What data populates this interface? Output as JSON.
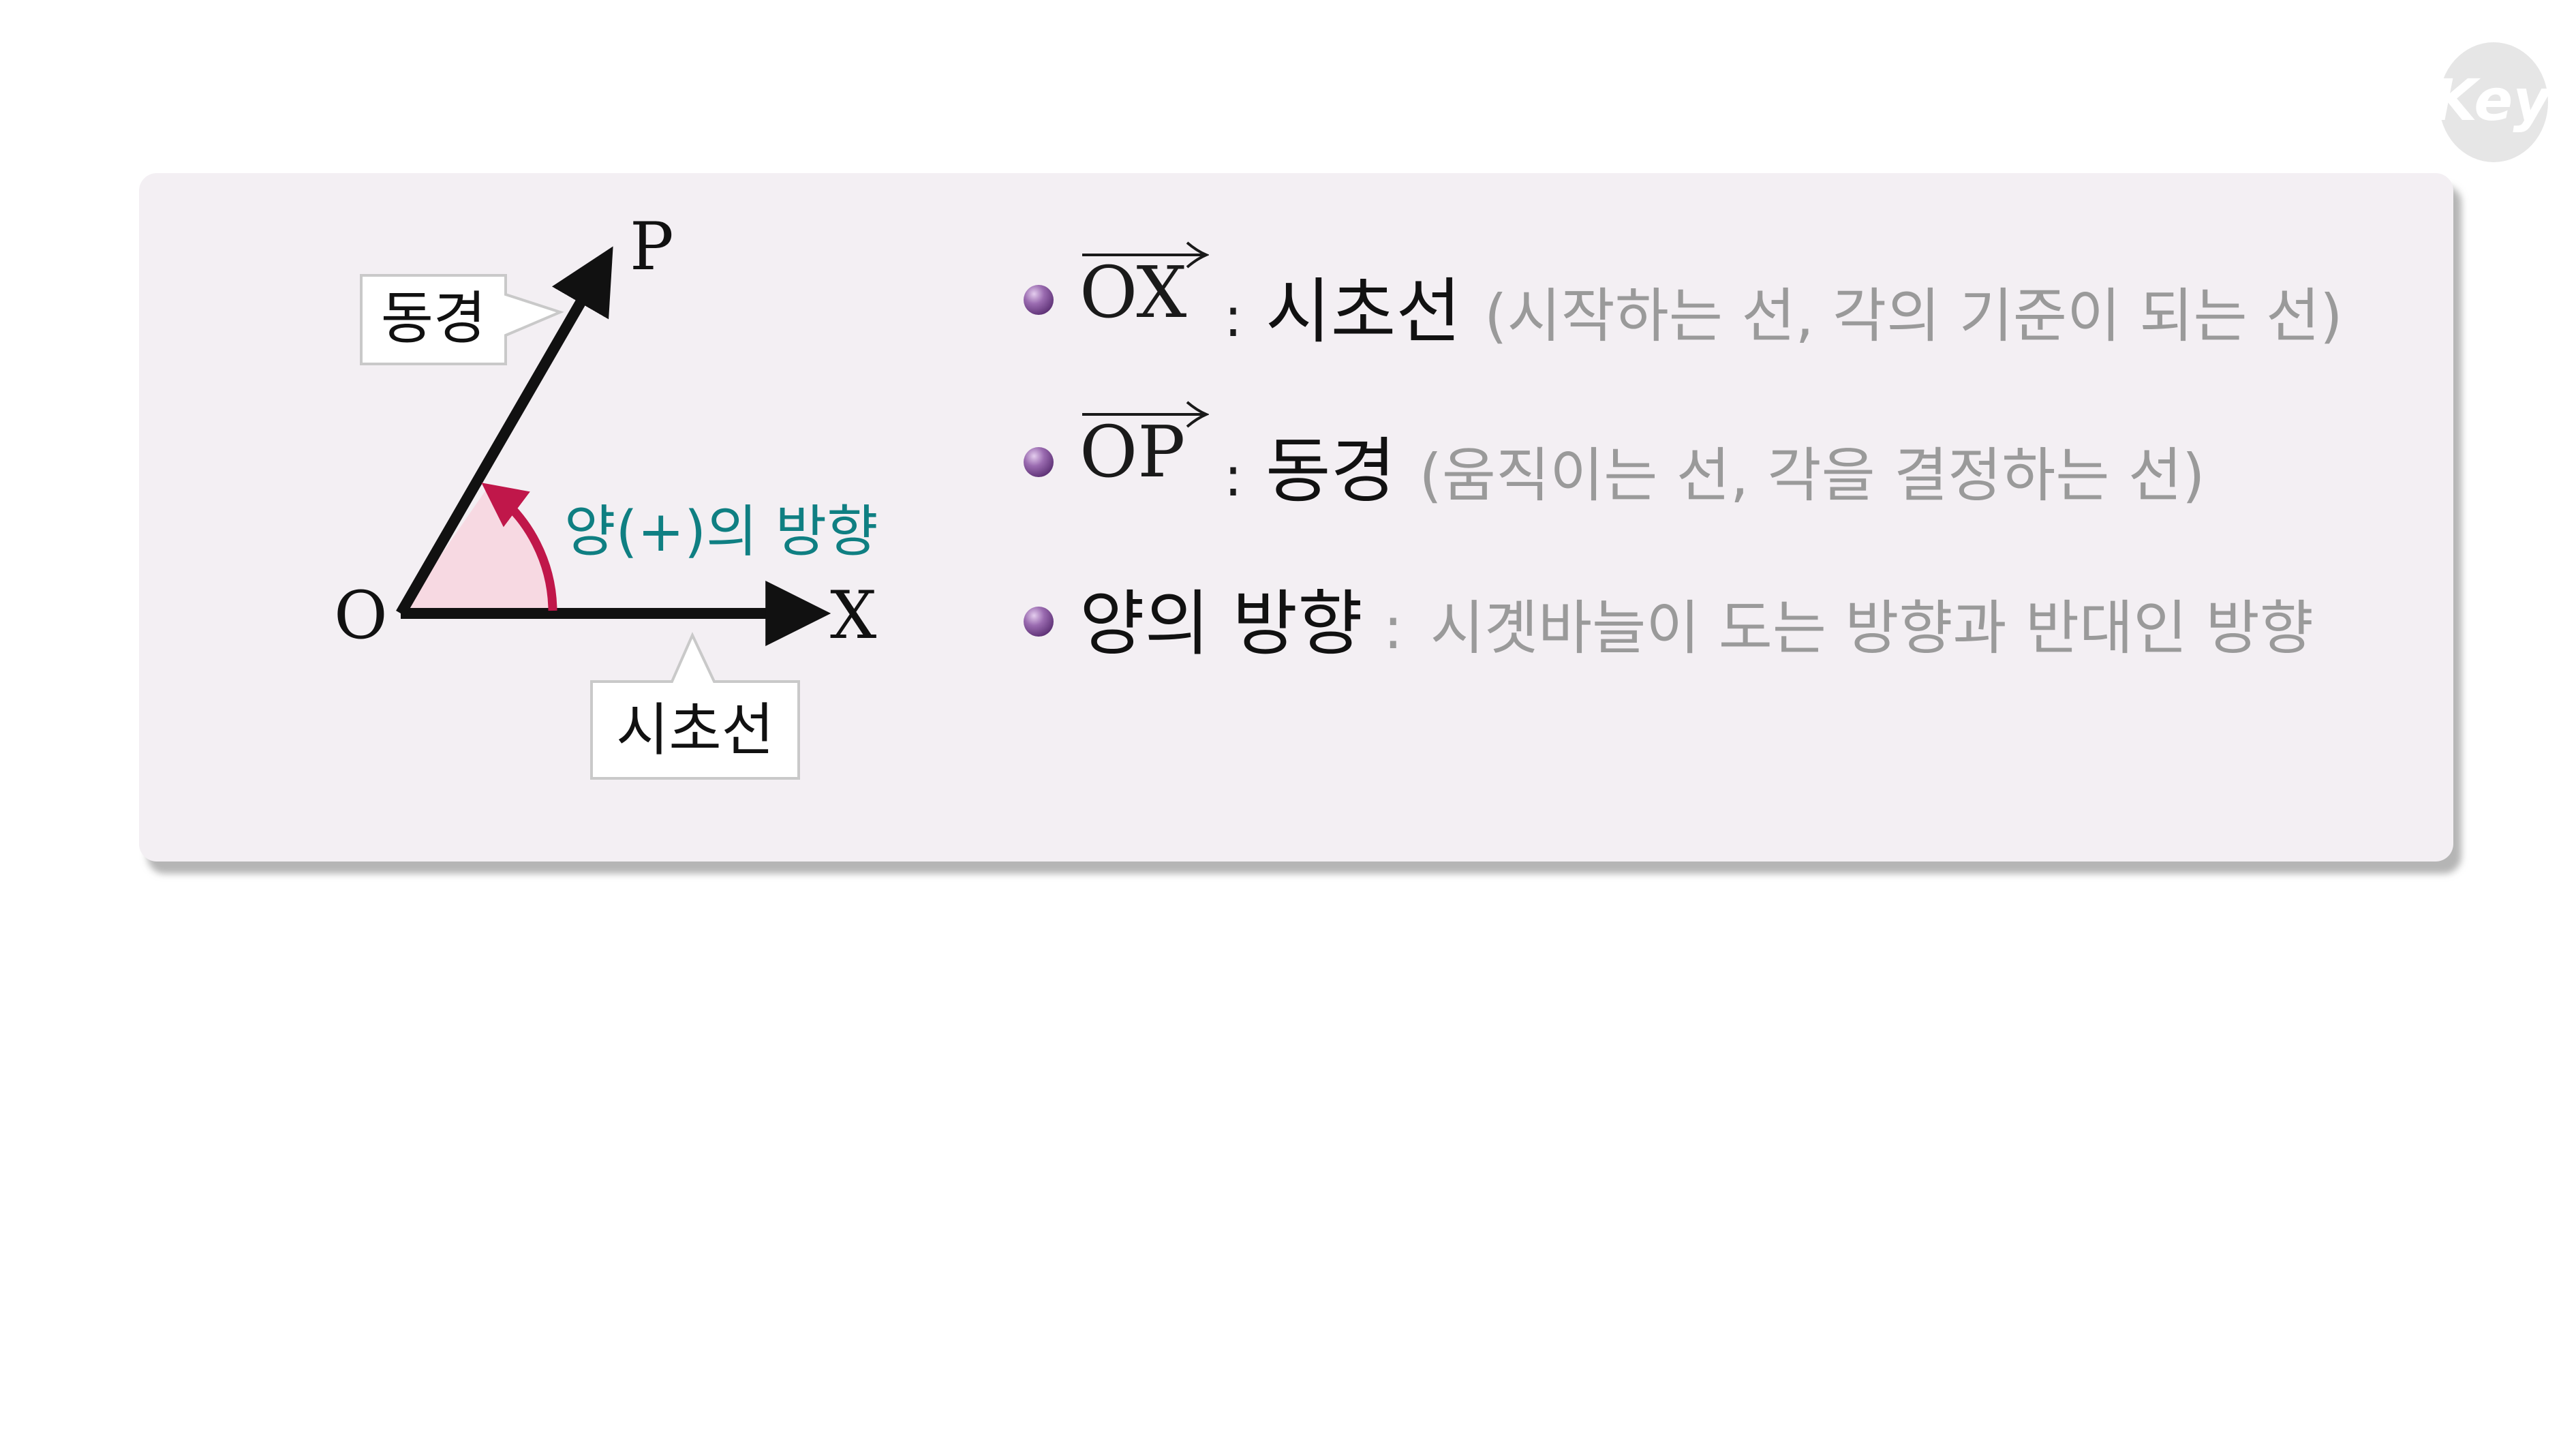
{
  "logo": {
    "text": "Key",
    "icon": "key-logo-icon"
  },
  "diagram": {
    "point_p": "P",
    "point_o": "O",
    "point_x": "X",
    "radius_label": "동경",
    "initial_line_label": "시초선",
    "direction_label": "양(+)의 방향",
    "colors": {
      "arrow": "#111111",
      "angle_arc": "#c0174a",
      "angle_fill": "#f7d9e2",
      "direction_text": "#0f7f82"
    }
  },
  "definitions": [
    {
      "vector": "OX",
      "colon": ":",
      "term": "시초선",
      "note": "(시작하는 선, 각의 기준이 되는 선)"
    },
    {
      "vector": "OP",
      "colon": ":",
      "term": "동경",
      "note": "(움직이는 선, 각을 결정하는 선)"
    },
    {
      "vector": "",
      "colon": ":",
      "term": "양의 방향",
      "note": "시곗바늘이 도는 방향과 반대인 방향"
    }
  ]
}
